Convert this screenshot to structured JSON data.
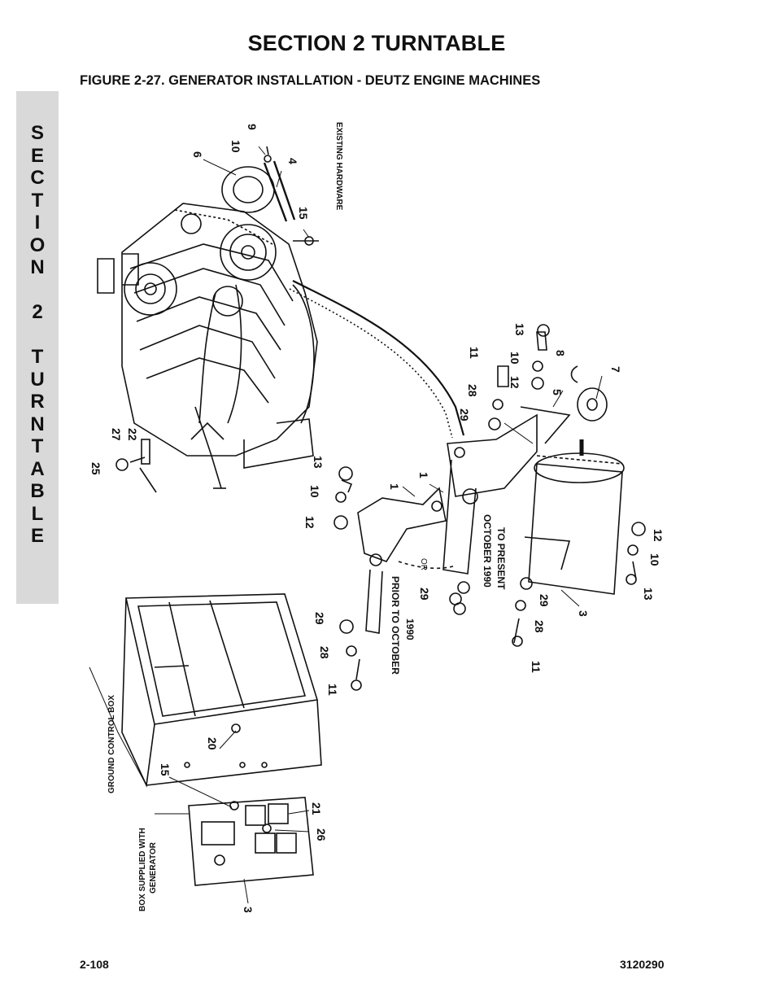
{
  "header": {
    "section_title": "SECTION 2  TURNTABLE",
    "figure_title": "FIGURE 2-27.  GENERATOR INSTALLATION - DEUTZ ENGINE MACHINES"
  },
  "side_tab": {
    "letters": [
      "S",
      "E",
      "C",
      "T",
      "I",
      "O",
      "N",
      "",
      "2",
      "",
      "T",
      "U",
      "R",
      "N",
      "T",
      "A",
      "B",
      "L",
      "E"
    ]
  },
  "callouts": {
    "c9": "9",
    "c10a": "10",
    "c6": "6",
    "c4": "4",
    "c15a": "15",
    "existing_hardware": "EXISTING HARDWARE",
    "c13a": "13",
    "c11a": "11",
    "c10b": "10",
    "c8": "8",
    "c12a": "12",
    "c7": "7",
    "c28a": "28",
    "c5": "5",
    "c29a": "29",
    "c1a": "1",
    "c1b": "1",
    "c27": "27",
    "c22": "22",
    "c25": "25",
    "c13b": "13",
    "c10c": "10",
    "c12b": "12",
    "or": "OR",
    "october_1990": "OCTOBER 1990",
    "to_present": "TO PRESENT",
    "c29b": "29",
    "c29c": "29",
    "c12c": "12",
    "c10d": "10",
    "c13c": "13",
    "c3a": "3",
    "c28b": "28",
    "c11b": "11",
    "prior_to": "PRIOR TO OCTOBER",
    "y1990": "1990",
    "c29d": "29",
    "c28c": "28",
    "c11c": "11",
    "ground_control_box": "GROUND CONTROL BOX",
    "c20": "20",
    "c15b": "15",
    "c21": "21",
    "c26": "26",
    "box_supplied_1": "BOX SUPPLIED WITH",
    "box_supplied_2": "GENERATOR",
    "c3b": "3"
  },
  "footer": {
    "page_number": "2-108",
    "doc_number": "3120290"
  }
}
